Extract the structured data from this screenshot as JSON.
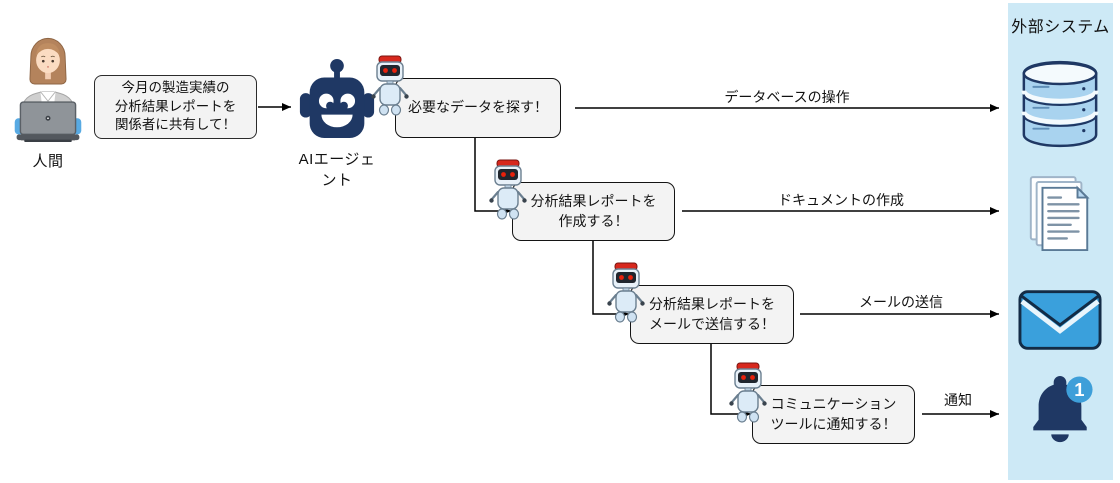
{
  "human": {
    "label": "人間"
  },
  "request_bubble": {
    "lines": [
      "今月の製造実績の",
      "分析結果レポートを",
      "関係者に共有して！"
    ]
  },
  "agent": {
    "label": "AIエージェント"
  },
  "tasks": [
    {
      "lines": [
        "必要なデータを探す！",
        ""
      ],
      "arrow_label": "データベースの操作",
      "system": "database"
    },
    {
      "lines": [
        "分析結果レポートを",
        "作成する！"
      ],
      "arrow_label": "ドキュメントの作成",
      "system": "documents"
    },
    {
      "lines": [
        "分析結果レポートを",
        "メールで送信する！"
      ],
      "arrow_label": "メールの送信",
      "system": "email"
    },
    {
      "lines": [
        "コミュニケーション",
        "ツールに通知する！"
      ],
      "arrow_label": "通知",
      "system": "notification"
    }
  ],
  "external_panel": {
    "title": "外部システム",
    "notification_badge": "1"
  },
  "colors": {
    "agent_navy": "#1f3864",
    "panel_blue": "#cde9f6",
    "box_fill": "#f3f3f3",
    "database_fill": "#a9d3ef",
    "envelope_blue": "#3aa0dc",
    "badge_blue": "#3e9fd9",
    "robot_cap_red": "#d7281d",
    "robot_eye_red": "#e8210c"
  }
}
